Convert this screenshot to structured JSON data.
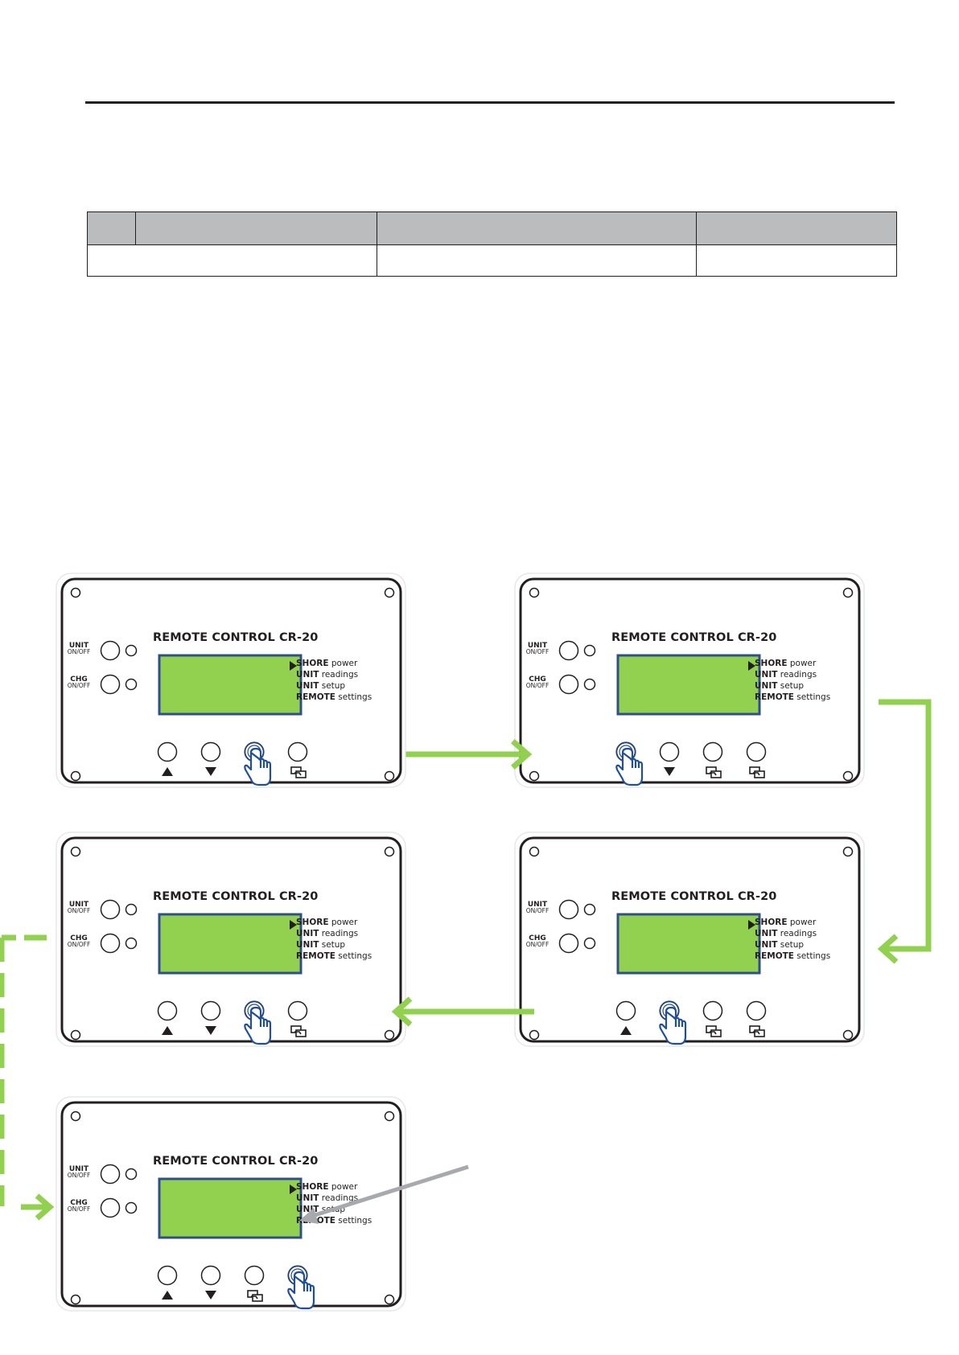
{
  "page": {
    "header_rule": true
  },
  "table": {
    "headers": [
      "",
      "",
      "",
      ""
    ],
    "rows": [
      [
        "",
        "",
        ""
      ]
    ]
  },
  "panels": [
    {
      "title": "REMOTE CONTROL CR-20",
      "unit_label": "UNIT",
      "unit_sub": "ON/OFF",
      "chg_label": "CHG",
      "chg_sub": "ON/OFF",
      "menu": [
        {
          "b": "SHORE",
          "t": "power"
        },
        {
          "b": "UNIT",
          "t": "readings"
        },
        {
          "b": "UNIT",
          "t": "setup"
        },
        {
          "b": "REMOTE",
          "t": "settings"
        }
      ],
      "buttons": [
        "up-arrow",
        "down-arrow",
        "pressed",
        "enter-icon"
      ]
    },
    {
      "title": "REMOTE CONTROL CR-20",
      "unit_label": "UNIT",
      "unit_sub": "ON/OFF",
      "chg_label": "CHG",
      "chg_sub": "ON/OFF",
      "menu": [
        {
          "b": "SHORE",
          "t": "power"
        },
        {
          "b": "UNIT",
          "t": "readings"
        },
        {
          "b": "UNIT",
          "t": "setup"
        },
        {
          "b": "REMOTE",
          "t": "settings"
        }
      ],
      "buttons": [
        "pressed",
        "down-arrow",
        "enter-icon",
        "enter-icon"
      ]
    },
    {
      "title": "REMOTE CONTROL CR-20",
      "unit_label": "UNIT",
      "unit_sub": "ON/OFF",
      "chg_label": "CHG",
      "chg_sub": "ON/OFF",
      "menu": [
        {
          "b": "SHORE",
          "t": "power"
        },
        {
          "b": "UNIT",
          "t": "readings"
        },
        {
          "b": "UNIT",
          "t": "setup"
        },
        {
          "b": "REMOTE",
          "t": "settings"
        }
      ],
      "buttons": [
        "up-arrow",
        "down-arrow",
        "pressed",
        "enter-icon"
      ]
    },
    {
      "title": "REMOTE CONTROL CR-20",
      "unit_label": "UNIT",
      "unit_sub": "ON/OFF",
      "chg_label": "CHG",
      "chg_sub": "ON/OFF",
      "menu": [
        {
          "b": "SHORE",
          "t": "power"
        },
        {
          "b": "UNIT",
          "t": "readings"
        },
        {
          "b": "UNIT",
          "t": "setup"
        },
        {
          "b": "REMOTE",
          "t": "settings"
        }
      ],
      "buttons": [
        "up-arrow",
        "pressed",
        "enter-icon",
        "enter-icon"
      ]
    },
    {
      "title": "REMOTE CONTROL CR-20",
      "unit_label": "UNIT",
      "unit_sub": "ON/OFF",
      "chg_label": "CHG",
      "chg_sub": "ON/OFF",
      "menu": [
        {
          "b": "SHORE",
          "t": "power"
        },
        {
          "b": "UNIT",
          "t": "readings"
        },
        {
          "b": "UNIT",
          "t": "setup"
        },
        {
          "b": "REMOTE",
          "t": "settings"
        }
      ],
      "buttons": [
        "up-arrow",
        "down-arrow",
        "enter-icon",
        "pressed"
      ]
    }
  ],
  "colors": {
    "lcd_fill": "#92d050",
    "lcd_border": "#2f4f8a",
    "flow_arrow": "#92d050",
    "pointer_arrow": "#a7a9ac",
    "hand": "#1f4e9a",
    "table_header": "#bbbcbe"
  }
}
